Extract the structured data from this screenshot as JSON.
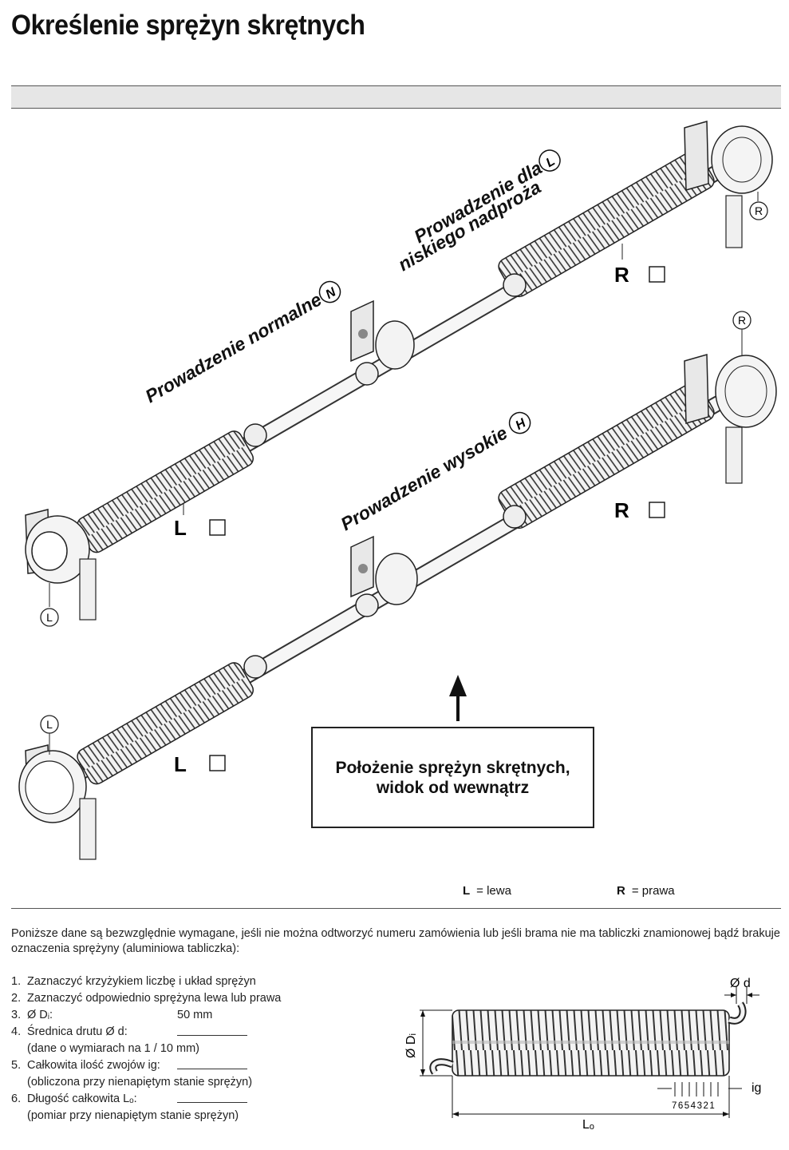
{
  "title": "Określenie sprężyn skrętnych",
  "labels": {
    "normal": "Prowadzenie normalne",
    "normal_code": "N",
    "low_line1": "Prowadzenie dla",
    "low_line2": "niskiego nadproża",
    "low_code": "L",
    "high": "Prowadzenie wysokie",
    "high_code": "H",
    "circle_r": "R",
    "circle_l": "L",
    "side_l": "L",
    "side_r": "R"
  },
  "infobox": {
    "line1": "Położenie sprężyn skrętnych,",
    "line2": "widok od wewnątrz"
  },
  "legend": {
    "l_key": "L",
    "l_text": "= lewa",
    "r_key": "R",
    "r_text": "= prawa"
  },
  "intro": "Poniższe dane są bezwzględnie wymagane, jeśli nie można odtworzyć numeru zamówienia lub jeśli brama nie ma tabliczki znamionowej bądź brakuje oznaczenia sprężyny (aluminiowa tabliczka):",
  "steps": [
    {
      "num": "1.",
      "text": "Zaznaczyć krzyżykiem liczbę i układ sprężyn"
    },
    {
      "num": "2.",
      "text": "Zaznaczyć odpowiednio sprężyna lewa lub prawa"
    },
    {
      "num": "3.",
      "text": "Ø Dᵢ:",
      "value": "50 mm"
    },
    {
      "num": "4.",
      "text": "Średnica drutu Ø d:",
      "note": "(dane o wymiarach na 1 / 10 mm)"
    },
    {
      "num": "5.",
      "text": "Całkowita ilość zwojów ig:",
      "note": "(obliczona przy nienapiętym stanie sprężyn)"
    },
    {
      "num": "6.",
      "text": "Długość całkowita Lₒ:",
      "note": "(pomiar przy nienapiętym stanie sprężyn)"
    }
  ],
  "coil": {
    "d_label": "Ø d",
    "di_label": "Ø Dᵢ",
    "ig_label": "ig",
    "lo_label": "Lₒ",
    "count": "7654321"
  }
}
